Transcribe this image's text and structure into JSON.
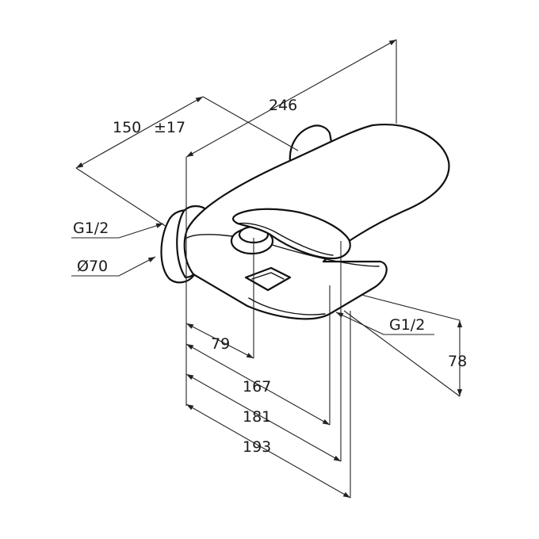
{
  "dimensions": {
    "d150": "150",
    "tol17": "±17",
    "d246": "246",
    "g12_left": "G1/2",
    "d70": "Ø70",
    "d79": "79",
    "d167": "167",
    "d181": "181",
    "d193": "193",
    "g12_right": "G1/2",
    "d78": "78"
  },
  "colors": {
    "line": "#111111",
    "background": "#ffffff"
  }
}
